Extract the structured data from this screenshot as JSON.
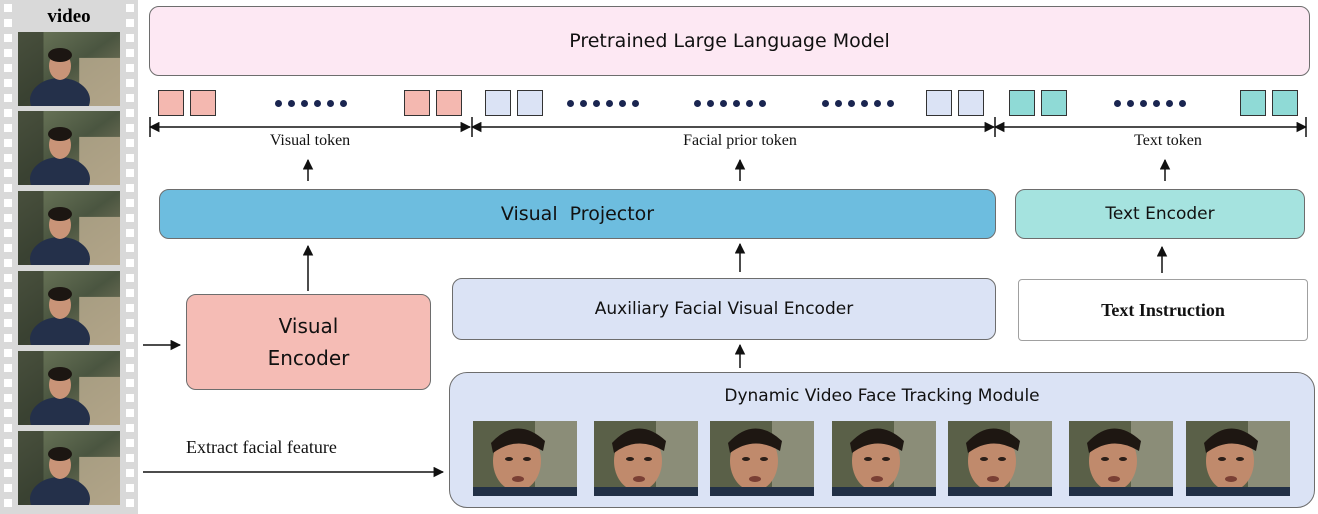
{
  "video_label": "video",
  "llm_label": "Pretrained Large Language Model",
  "token_groups": {
    "visual": "Visual token",
    "facial_prior": "Facial prior token",
    "text": "Text token"
  },
  "visual_projector": "Visual  Projector",
  "text_encoder": "Text Encoder",
  "aux_encoder": "Auxiliary Facial Visual Encoder",
  "text_instruction": "Text Instruction",
  "visual_encoder": {
    "line1": "Visual",
    "line2": "Encoder"
  },
  "tracking_module": "Dynamic Video Face Tracking Module",
  "extract_label": "Extract facial feature",
  "colors": {
    "llm_fill": "#fde8f3",
    "visual_token": "#f4b8b0",
    "facial_token": "#dbe3f5",
    "text_token": "#8fdad6",
    "projector": "#6dbddf",
    "text_encoder": "#a5e3df",
    "aux_encoder": "#dbe3f5",
    "visual_encoder": "#f5bcb5",
    "tracking": "#dbe3f5"
  }
}
